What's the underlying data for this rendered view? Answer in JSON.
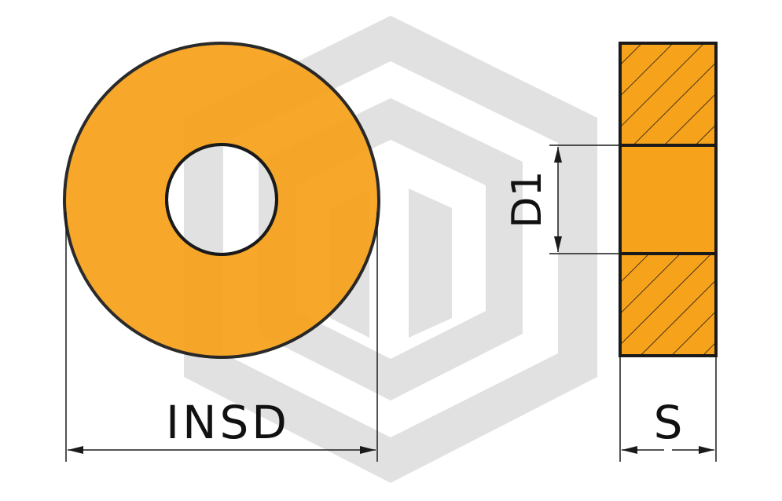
{
  "diagram": {
    "watermark": {
      "icon": "hexagon-logo",
      "color": "#c8c8c8"
    },
    "colors": {
      "fill": "#f7a21b",
      "outline": "#1a1a1a",
      "dimension": "#1a1a1a"
    },
    "labels": {
      "outer_diameter": "INSD",
      "hole_diameter": "D1",
      "thickness": "S"
    }
  }
}
